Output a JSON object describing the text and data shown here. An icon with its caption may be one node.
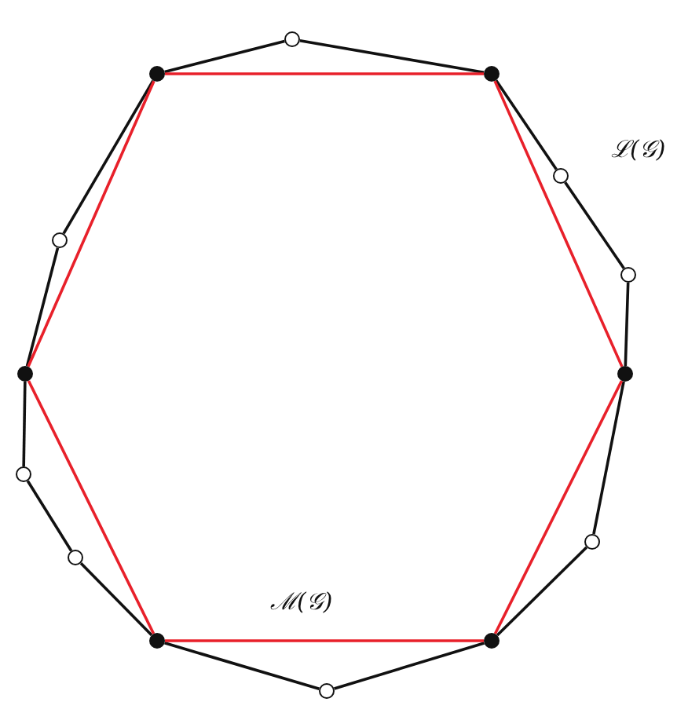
{
  "diagram": {
    "nodes": [
      {
        "text": [],
        "shape": "circle"
      },
      {
        "text": [],
        "shape": "dot"
      },
      {
        "text": [],
        "shape": "dot"
      },
      {
        "text": [],
        "shape": "circle"
      },
      {
        "text": [],
        "shape": "circle"
      },
      {
        "text": [],
        "shape": "circle"
      },
      {
        "text": [],
        "shape": "dot"
      },
      {
        "text": [],
        "shape": "dot"
      },
      {
        "text": [],
        "shape": "circle"
      },
      {
        "text": [],
        "shape": "circle"
      },
      {
        "text": [],
        "shape": "circle"
      },
      {
        "text": [],
        "shape": "dot"
      },
      {
        "text": [],
        "shape": "dot"
      },
      {
        "text": [],
        "shape": "circle"
      }
    ],
    "edges": [
      {
        "from": 1,
        "to": 0,
        "arrow": "none"
      },
      {
        "from": 0,
        "to": 2,
        "arrow": "none"
      },
      {
        "from": 2,
        "to": 3,
        "arrow": "none"
      },
      {
        "from": 3,
        "to": 5,
        "arrow": "none"
      },
      {
        "from": 5,
        "to": 7,
        "arrow": "none"
      },
      {
        "from": 7,
        "to": 9,
        "arrow": "none"
      },
      {
        "from": 9,
        "to": 12,
        "arrow": "none"
      },
      {
        "from": 12,
        "to": 13,
        "arrow": "none"
      },
      {
        "from": 13,
        "to": 11,
        "arrow": "none"
      },
      {
        "from": 11,
        "to": 10,
        "arrow": "none"
      },
      {
        "from": 10,
        "to": 8,
        "arrow": "none"
      },
      {
        "from": 8,
        "to": 6,
        "arrow": "none"
      },
      {
        "from": 6,
        "to": 4,
        "arrow": "none"
      },
      {
        "from": 4,
        "to": 1,
        "arrow": "none"
      },
      {
        "from": 1,
        "to": 2,
        "arrow": "none",
        "color": "#e8202a"
      },
      {
        "from": 2,
        "to": 7,
        "arrow": "none",
        "color": "#e8202a"
      },
      {
        "from": 7,
        "to": 12,
        "arrow": "none",
        "color": "#e8202a"
      },
      {
        "from": 12,
        "to": 11,
        "arrow": "none",
        "color": "#e8202a"
      },
      {
        "from": 11,
        "to": 6,
        "arrow": "none",
        "color": "#e8202a"
      },
      {
        "from": 6,
        "to": 1,
        "arrow": "none",
        "color": "#e8202a"
      }
    ],
    "labels": [
      "ℒ(𝒢)",
      "ℳ(𝒢)"
    ]
  }
}
